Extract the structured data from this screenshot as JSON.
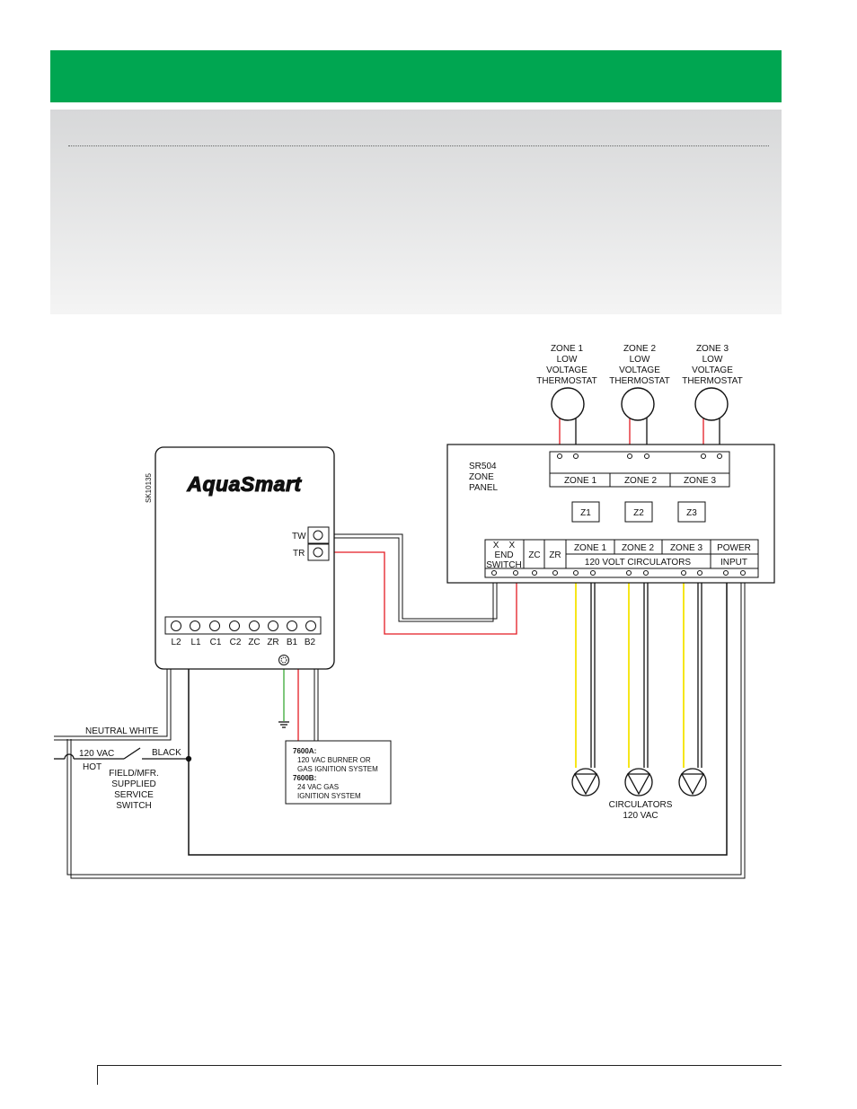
{
  "colors": {
    "header": "#00a651",
    "wire_red": "#e31b23",
    "wire_yellow": "#f5e400",
    "wire_green": "#3aa935",
    "wire_black": "#111111"
  },
  "thermostats": [
    {
      "lines": [
        "ZONE 1",
        "LOW",
        "VOLTAGE",
        "THERMOSTAT"
      ]
    },
    {
      "lines": [
        "ZONE 2",
        "LOW",
        "VOLTAGE",
        "THERMOSTAT"
      ]
    },
    {
      "lines": [
        "ZONE 3",
        "LOW",
        "VOLTAGE",
        "THERMOSTAT"
      ]
    }
  ],
  "control": {
    "brand": "AquaSmart",
    "part_code": "SK10135",
    "tw_label": "TW",
    "tr_label": "TR",
    "terminals": [
      "L2",
      "L1",
      "C1",
      "C2",
      "ZC",
      "ZR",
      "B1",
      "B2"
    ]
  },
  "zone_panel": {
    "title_lines": [
      "SR504",
      "ZONE",
      "PANEL"
    ],
    "thermostat_terminals": [
      "ZONE 1",
      "ZONE 2",
      "ZONE 3"
    ],
    "zone_indicators": [
      "Z1",
      "Z2",
      "Z3"
    ],
    "end_switch_lines": [
      "X    X",
      "END",
      "SWITCH"
    ],
    "zc_label": "ZC",
    "zr_label": "ZR",
    "circulator_zones": [
      "ZONE 1",
      "ZONE 2",
      "ZONE 3"
    ],
    "circulators_label": "120 VOLT CIRCULATORS",
    "power_lines": [
      "POWER",
      "INPUT"
    ]
  },
  "wiring_labels": {
    "neutral": "NEUTRAL WHITE",
    "hot_lines": [
      "120 VAC",
      "HOT"
    ],
    "black": "BLACK",
    "switch_lines": [
      "FIELD/MFR.",
      "SUPPLIED",
      "SERVICE",
      "SWITCH"
    ]
  },
  "note_box": {
    "a_title": "7600A:",
    "a_text": [
      "120 VAC BURNER OR",
      "GAS IGNITION SYSTEM"
    ],
    "b_title": "7600B:",
    "b_text": [
      "24 VAC GAS",
      "IGNITION SYSTEM"
    ]
  },
  "circulators": {
    "label_lines": [
      "CIRCULATORS",
      "120 VAC"
    ]
  }
}
